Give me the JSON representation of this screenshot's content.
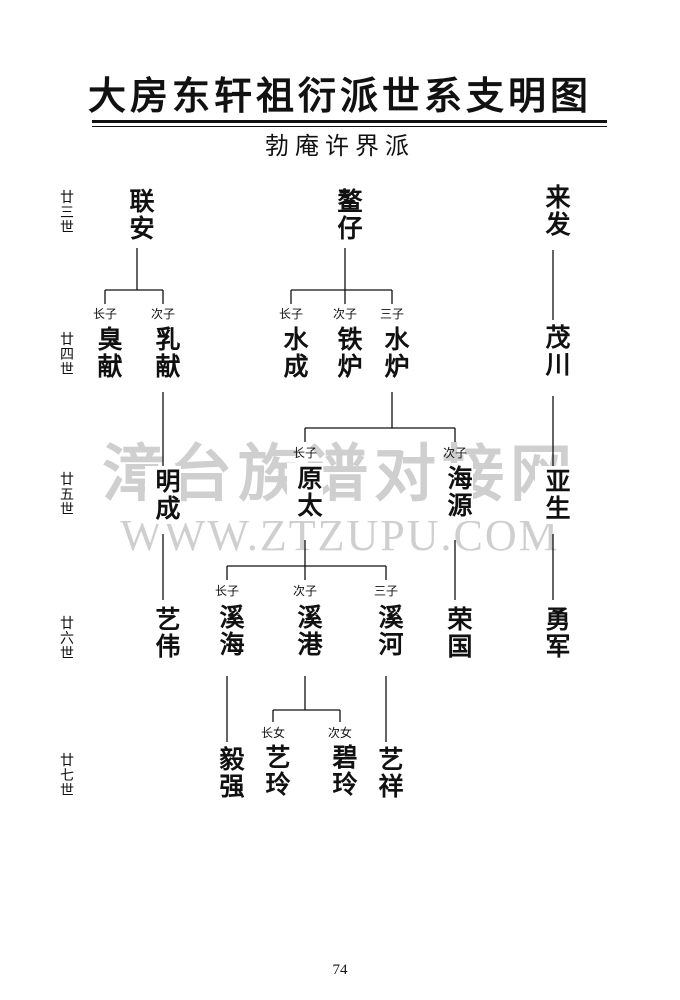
{
  "title": "大房东轩祖衍派世系支明图",
  "subtitle": "勃庵许界派",
  "generations": [
    "廿三世",
    "廿四世",
    "廿五世",
    "廿六世",
    "廿七世"
  ],
  "nodes": {
    "lianan": {
      "name": "联安"
    },
    "aozi": {
      "name": "鳌仔"
    },
    "laifa": {
      "name": "来发"
    },
    "gaoxian": {
      "name": "臭献",
      "label": "长子"
    },
    "ruxian": {
      "name": "乳献",
      "label": "次子"
    },
    "shuicheng": {
      "name": "水成",
      "label": "长子"
    },
    "tielu": {
      "name": "铁炉",
      "label": "次子"
    },
    "shuilu": {
      "name": "水炉",
      "label": "三子"
    },
    "maochuan": {
      "name": "茂川"
    },
    "mingcheng": {
      "name": "明成"
    },
    "yuantai": {
      "name": "原太",
      "label": "长子"
    },
    "haiyuan": {
      "name": "海源",
      "label": "次子"
    },
    "yasheng": {
      "name": "亚生"
    },
    "yiwei": {
      "name": "艺伟"
    },
    "xihai": {
      "name": "溪海",
      "label": "长子"
    },
    "xigang": {
      "name": "溪港",
      "label": "次子"
    },
    "xihe": {
      "name": "溪河",
      "label": "三子"
    },
    "rongguo": {
      "name": "荣国"
    },
    "yongjun": {
      "name": "勇军"
    },
    "yiqiang": {
      "name": "毅强"
    },
    "yiling": {
      "name": "艺玲",
      "label": "长女"
    },
    "biling": {
      "name": "碧玲",
      "label": "次女"
    },
    "yixiang": {
      "name": "艺祥"
    }
  },
  "watermark": {
    "line1": "漳台族谱对接网",
    "line2": "WWW.ZTZUPU.COM"
  },
  "page_number": "74"
}
